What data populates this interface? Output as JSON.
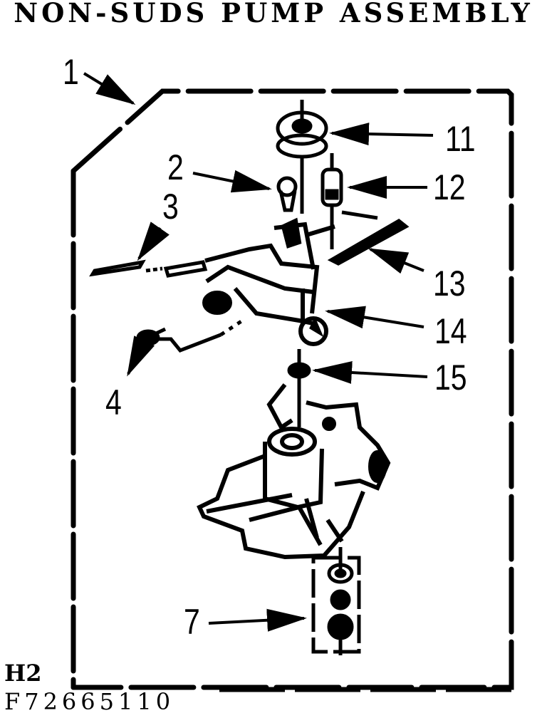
{
  "diagram": {
    "title": "NON-SUDS PUMP ASSEMBLY",
    "frame_label": "1",
    "callouts": [
      {
        "id": "c1",
        "label": "1"
      },
      {
        "id": "c2",
        "label": "2"
      },
      {
        "id": "c3",
        "label": "3"
      },
      {
        "id": "c4",
        "label": "4"
      },
      {
        "id": "c7",
        "label": "7"
      },
      {
        "id": "c11",
        "label": "11"
      },
      {
        "id": "c12",
        "label": "12"
      },
      {
        "id": "c13",
        "label": "13"
      },
      {
        "id": "c14",
        "label": "14"
      },
      {
        "id": "c15",
        "label": "15"
      }
    ],
    "footer": {
      "section_code": "H2",
      "part_number": "F72665110"
    },
    "colors": {
      "ink": "#000000",
      "paper": "#ffffff"
    }
  }
}
